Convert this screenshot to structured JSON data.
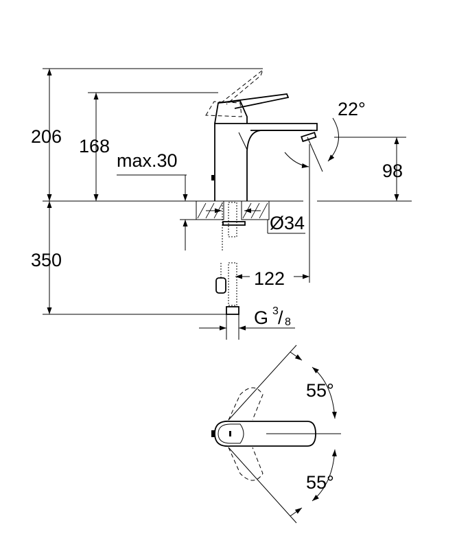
{
  "drawing": {
    "side_view": {
      "dim_total_height": "206",
      "dim_handle_height": "168",
      "dim_max_thickness": "max.30",
      "dim_spout_height": "98",
      "dim_spout_angle": "22°",
      "dim_below_counter": "350",
      "dim_hole_diameter": "Ø34",
      "dim_spout_reach": "122",
      "thread_g": "G",
      "thread_num": "3",
      "thread_den": "8"
    },
    "top_view": {
      "angle_left": "55°",
      "angle_right": "55°"
    }
  }
}
